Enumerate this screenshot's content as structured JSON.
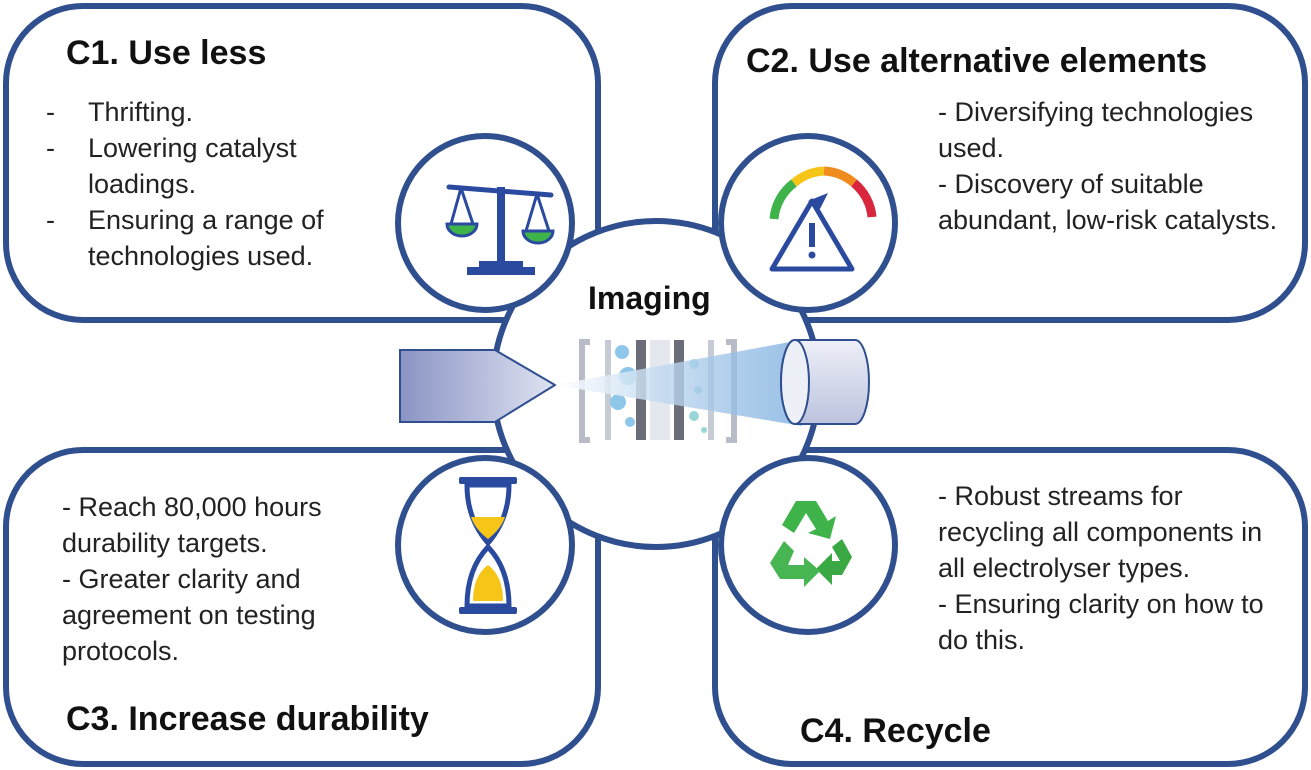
{
  "center": {
    "label": "Imaging"
  },
  "quadrants": [
    {
      "id": "C1",
      "title": "C1. Use less",
      "icon": "balance-scale-icon",
      "items": [
        "Thrifting.",
        "Lowering catalyst loadings.",
        "Ensuring a range of technologies used."
      ]
    },
    {
      "id": "C2",
      "title": "C2. Use alternative elements",
      "icon": "risk-gauge-warning-icon",
      "items": [
        "- Diversifying technologies used.",
        "- Discovery of suitable abundant, low-risk catalysts."
      ]
    },
    {
      "id": "C3",
      "title": "C3. Increase durability",
      "icon": "hourglass-icon",
      "items": [
        "- Reach 80,000 hours durability targets.",
        "- Greater clarity and agreement on testing protocols."
      ]
    },
    {
      "id": "C4",
      "title": "C4. Recycle",
      "icon": "recycle-icon",
      "items": [
        "- Robust streams for recycling all components in all electrolyser types.",
        "- Ensuring clarity on how to do this."
      ]
    }
  ],
  "colors": {
    "border": "#2f4f8f",
    "green": "#3db34a",
    "gold": "#f5c518",
    "navy": "#2a4aa0"
  }
}
